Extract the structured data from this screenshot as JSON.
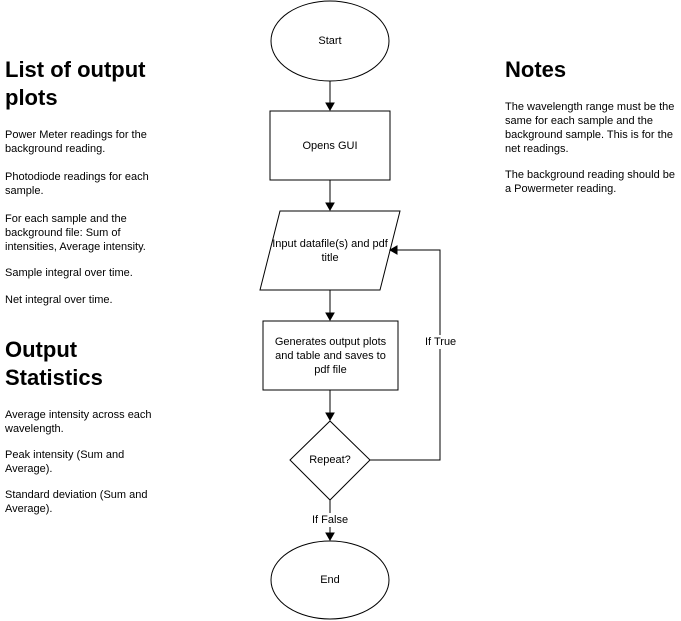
{
  "left_panel": {
    "plots_heading": "List of output plots",
    "plots_items": [
      "Power Meter readings for the background reading.",
      "Photodiode readings for each sample.",
      "For each sample and the background file: Sum of intensities, Average intensity.",
      "Sample integral over time.",
      "Net integral over time."
    ],
    "stats_heading": "Output Statistics",
    "stats_items": [
      "Average intensity across each wavelength.",
      "Peak intensity (Sum and Average).",
      "Standard deviation (Sum and Average)."
    ]
  },
  "right_panel": {
    "heading": "Notes",
    "items": [
      "The wavelength range must be the same for each sample and the background sample. This is for the net readings.",
      "The background reading should be a Powermeter reading."
    ]
  },
  "flowchart": {
    "start": "Start",
    "opens_gui": "Opens GUI",
    "input": "Input datafile(s) and pdf title",
    "generate": "Generates output plots and table and saves to pdf file",
    "repeat": "Repeat?",
    "if_true": "If True",
    "if_false": "If False",
    "end": "End"
  }
}
